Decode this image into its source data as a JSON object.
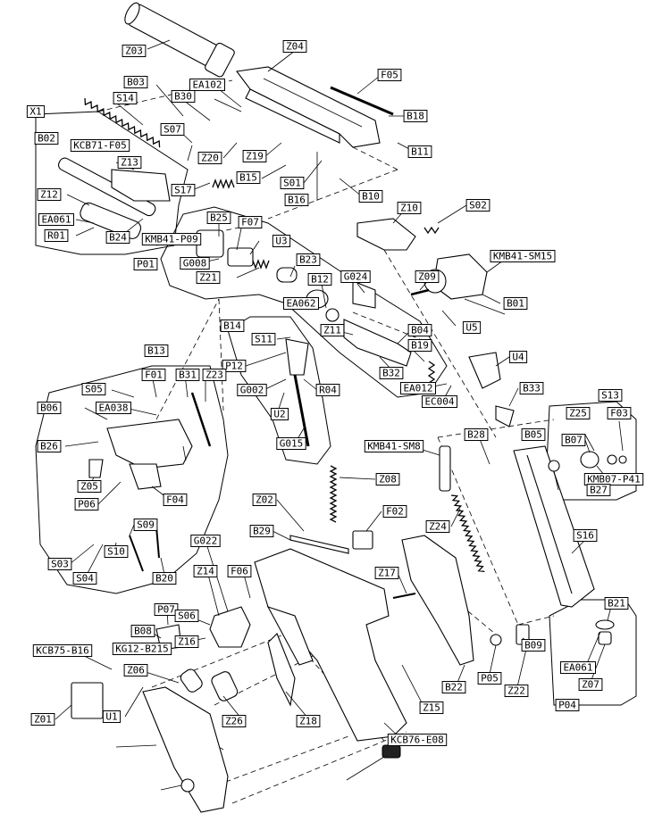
{
  "title": "",
  "labels": [
    "Z03",
    "Z04",
    "EA102",
    "F05",
    "B03",
    "B30",
    "S14",
    "X1",
    "B18",
    "S07",
    "B02",
    "KCB71-F05",
    "B11",
    "Z13",
    "Z20",
    "Z19",
    "S17",
    "B15",
    "S01",
    "B16",
    "B10",
    "Z12",
    "Z10",
    "S02",
    "EA061",
    "R01",
    "B24",
    "B25",
    "F07",
    "KMB41-P09",
    "U3",
    "P01",
    "G008",
    "B23",
    "KMB41-SM15",
    "Z21",
    "G024",
    "B12",
    "Z09",
    "B01",
    "EA062",
    "U5",
    "B14",
    "Z11",
    "B04",
    "S11",
    "B19",
    "P12",
    "U4",
    "B13",
    "B32",
    "F01",
    "B31",
    "Z23",
    "G002",
    "R04",
    "EA012",
    "B33",
    "S05",
    "EC004",
    "EA038",
    "U2",
    "B06",
    "S13",
    "F03",
    "B26",
    "G015",
    "B28",
    "Z25",
    "B05",
    "KMB41-SM8",
    "B07",
    "Z08",
    "KMB07-P41",
    "Z05",
    "B27",
    "F04",
    "P06",
    "Z02",
    "F02",
    "S16",
    "S09",
    "B29",
    "Z24",
    "S03",
    "S04",
    "S10",
    "B20",
    "G022",
    "Z17",
    "B21",
    "Z14",
    "F06",
    "P07",
    "S06",
    "B09",
    "B08",
    "Z16",
    "P05",
    "KCB75-B16",
    "B22",
    "EA061",
    "KG12-B215",
    "Z22",
    "Z07",
    "Z06",
    "Z26",
    "Z18",
    "Z15",
    "U1",
    "Z01",
    "P04",
    "KCB76-E08"
  ],
  "icons": [
    "cylinder-barrel",
    "slide-frame",
    "spring",
    "pin",
    "screw",
    "grip-panel",
    "magazine",
    "valve",
    "trigger",
    "hammer",
    "lever",
    "seal-ring"
  ]
}
